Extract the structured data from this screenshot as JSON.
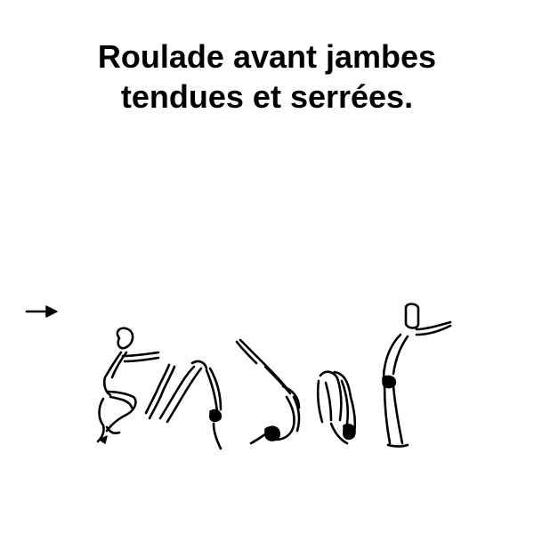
{
  "title": {
    "line1": "Roulade avant jambes",
    "line2": "tendues et serrées."
  },
  "diagram": {
    "direction_arrow_icon": "right-arrow-icon",
    "phases": [
      "crouch-arms-forward",
      "hands-on-floor-pike",
      "rolling-on-back",
      "rising-legs-together",
      "standing-arms-forward"
    ],
    "colors": {
      "ink": "#000000",
      "background": "#ffffff"
    }
  }
}
